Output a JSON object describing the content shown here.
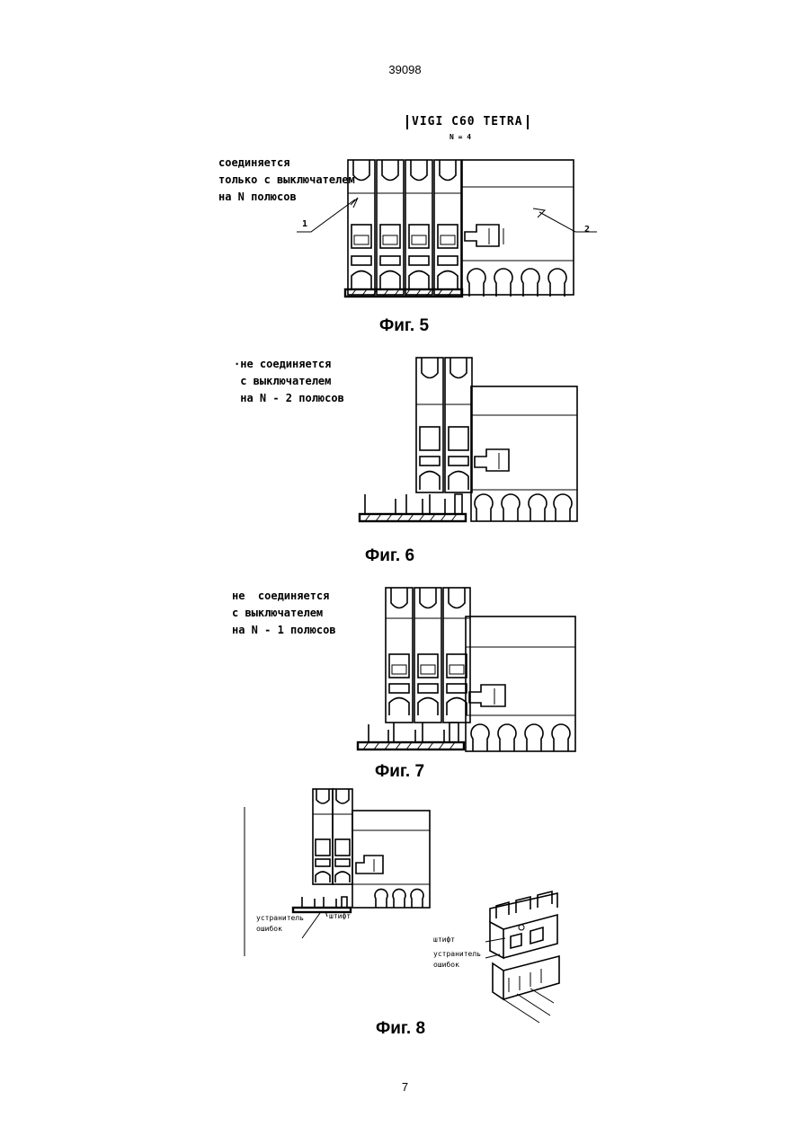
{
  "page": {
    "header": "39098",
    "page_number": "7"
  },
  "fig5": {
    "caption": "Фиг. 5",
    "title": "VIGI C60 TETRA",
    "subtitle": "N = 4",
    "note": "соединяется\nтолько с выключателем\nна N полюсов",
    "label_1": "1",
    "label_2": "2"
  },
  "fig6": {
    "caption": "Фиг. 6",
    "note": "·не соединяется\n с выключателем\n на N - 2 полюсов"
  },
  "fig7": {
    "caption": "Фиг. 7",
    "note": "не  соединяется\nс выключателем\nна N - 1 полюсов"
  },
  "fig8": {
    "caption": "Фиг. 8",
    "label_eliminator_left": "устранитель\nошибок",
    "label_stud_left": "штифт",
    "label_stud_right": "штифт",
    "label_eliminator_right": "устранитель\nошибок"
  }
}
